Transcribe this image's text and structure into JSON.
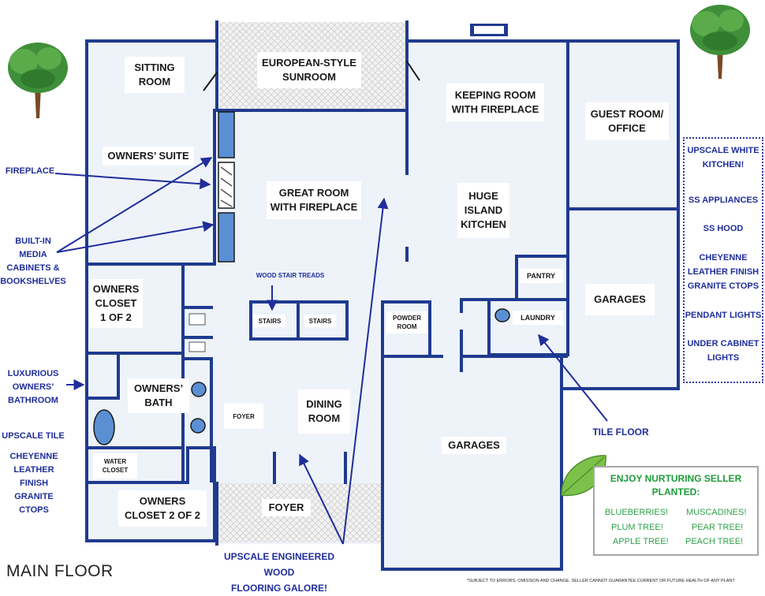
{
  "rooms": {
    "sitting_room": "SITTING\nROOM",
    "sunroom": "EUROPEAN-STYLE\nSUNROOM",
    "keeping_room": "KEEPING ROOM\nWITH FIREPLACE",
    "guest_room": "GUEST ROOM/\nOFFICE",
    "owners_suite": "OWNERS’ SUITE",
    "great_room": "GREAT ROOM\nWITH FIREPLACE",
    "kitchen": "HUGE\nISLAND\nKITCHEN",
    "pantry": "PANTRY",
    "garages_right": "GARAGES",
    "owners_closet_1": "OWNERS\nCLOSET\n1 OF 2",
    "stairs_1": "STAIRS",
    "stairs_2": "STAIRS",
    "powder_room": "POWDER\nROOM",
    "laundry": "LAUNDRY",
    "owners_bath": "OWNERS’\nBATH",
    "foyer_inner": "FOYER",
    "dining_room": "DINING\nROOM",
    "garages_main": "GARAGES",
    "water_closet": "WATER\nCLOSET",
    "owners_closet_2": "OWNERS\nCLOSET 2 OF 2",
    "foyer_entry": "FOYER"
  },
  "callouts": {
    "fireplace": "FIREPLACE",
    "built_in_media": "BUILT-IN\nMEDIA\nCABINETS &\nBOOKSHELVES",
    "luxurious_bath": "LUXURIOUS\nOWNERS’\nBATHROOM",
    "upscale_tile": "UPSCALE TILE",
    "cheyenne_left": "CHEYENNE\nLEATHER FINISH\nGRANITE CTOPS",
    "wood_stair_treads": "WOOD STAIR TREADS",
    "tile_floor": "TILE FLOOR",
    "engineered_wood": "UPSCALE ENGINEERED WOOD\nFLOORING GALORE!"
  },
  "kitchen_features": {
    "white_kitchen": "UPSCALE WHITE\nKITCHEN!",
    "ss_appliances": "SS APPLIANCES",
    "ss_hood": "SS HOOD",
    "cheyenne": "CHEYENNE\nLEATHER FINISH\nGRANITE CTOPS",
    "pendant_lights": "PENDANT LIGHTS",
    "under_cabinet": "UNDER CABINET\nLIGHTS"
  },
  "seller_box": {
    "title": "ENJOY NURTURING SELLER\nPLANTED:",
    "items": [
      "BLUEBERRIES!",
      "MUSCADINES!",
      "PLUM TREE!",
      "PEAR TREE!",
      "APPLE TREE!",
      "PEACH TREE!"
    ]
  },
  "floor_title": "MAIN FLOOR",
  "disclaimer": "*SUBJECT TO ERRORS, OMISSION AND CHANGE. SELLER CANNOT GUARANTEE CURRENT OR FUTURE HEALTH OF ANY PLANT",
  "colors": {
    "wall": "#1f3b8f",
    "room_fill": "#eef3f9",
    "callout": "#1f2e9b",
    "appliance": "#5b8fd4",
    "tree_leaf": "#3f8f3a",
    "trunk": "#7a4a25",
    "green_text": "#1f9b3a"
  },
  "icons": [
    "tree-icon",
    "leaf-icon",
    "fireplace-icon",
    "tub-icon",
    "sink-icon"
  ]
}
